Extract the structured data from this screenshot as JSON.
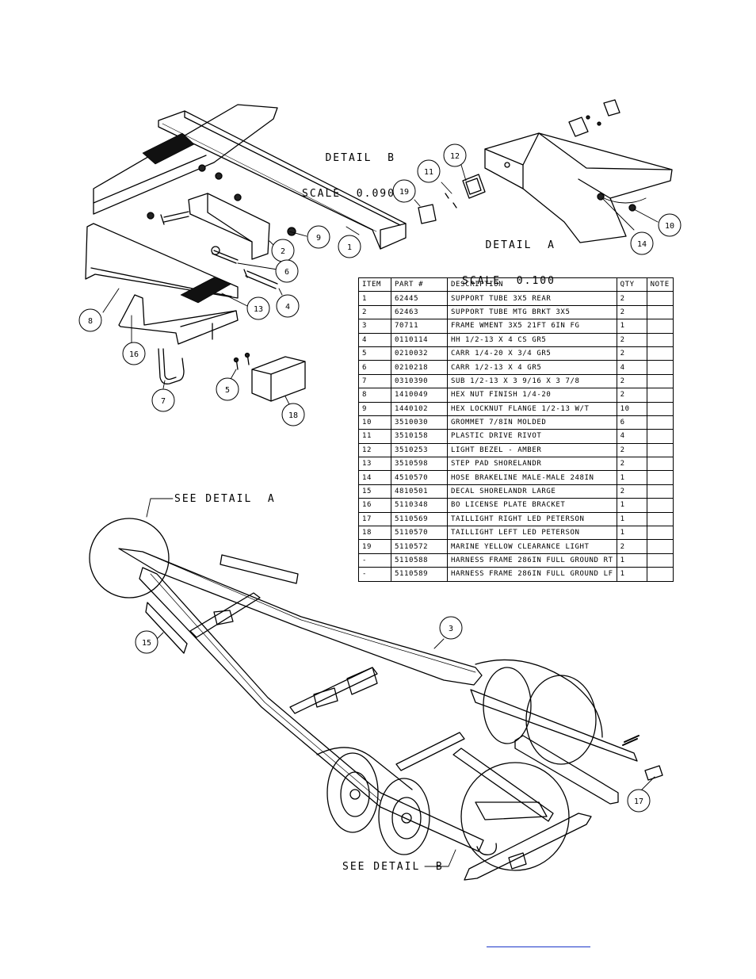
{
  "detail_b": {
    "title": "DETAIL  B",
    "scale": "SCALE  0.090"
  },
  "detail_a": {
    "title": "DETAIL  A",
    "scale": "SCALE  0.100"
  },
  "callouts": {
    "see_detail_a": "SEE DETAIL  A",
    "see_detail_b": "SEE DETAIL  B"
  },
  "balloons": [
    "1",
    "2",
    "3",
    "4",
    "5",
    "6",
    "7",
    "8",
    "9",
    "10",
    "11",
    "12",
    "13",
    "14",
    "15",
    "16",
    "17",
    "18",
    "19"
  ],
  "bom": {
    "headers": {
      "item": "ITEM",
      "part": "PART #",
      "description": "DESCRIPTION",
      "qty": "QTY",
      "note": "NOTE"
    },
    "rows": [
      {
        "item": "1",
        "part": "62445",
        "description": "SUPPORT TUBE   3X5 REAR",
        "qty": "2",
        "note": ""
      },
      {
        "item": "2",
        "part": "62463",
        "description": "SUPPORT TUBE MTG BRKT 3X5",
        "qty": "2",
        "note": ""
      },
      {
        "item": "3",
        "part": "70711",
        "description": "FRAME WMENT 3X5 21FT 6IN FG",
        "qty": "1",
        "note": ""
      },
      {
        "item": "4",
        "part": "0110114",
        "description": "HH 1/2-13 X 4 CS GR5",
        "qty": "2",
        "note": ""
      },
      {
        "item": "5",
        "part": "0210032",
        "description": "CARR 1/4-20 X 3/4 GR5",
        "qty": "2",
        "note": ""
      },
      {
        "item": "6",
        "part": "0210218",
        "description": "CARR 1/2-13 X 4 GR5",
        "qty": "4",
        "note": ""
      },
      {
        "item": "7",
        "part": "0310390",
        "description": "SUB 1/2-13 X 3 9/16 X 3 7/8",
        "qty": "2",
        "note": ""
      },
      {
        "item": "8",
        "part": "1410049",
        "description": "HEX NUT FINISH 1/4-20",
        "qty": "2",
        "note": ""
      },
      {
        "item": "9",
        "part": "1440102",
        "description": "HEX LOCKNUT FLANGE 1/2-13 W/T",
        "qty": "10",
        "note": ""
      },
      {
        "item": "10",
        "part": "3510030",
        "description": "GROMMET  7/8IN MOLDED",
        "qty": "6",
        "note": ""
      },
      {
        "item": "11",
        "part": "3510158",
        "description": "PLASTIC DRIVE RIVOT",
        "qty": "4",
        "note": ""
      },
      {
        "item": "12",
        "part": "3510253",
        "description": "LIGHT BEZEL - AMBER",
        "qty": "2",
        "note": ""
      },
      {
        "item": "13",
        "part": "3510598",
        "description": "STEP PAD SHORELANDR",
        "qty": "2",
        "note": ""
      },
      {
        "item": "14",
        "part": "4510570",
        "description": "HOSE BRAKELINE MALE-MALE 248IN",
        "qty": "1",
        "note": ""
      },
      {
        "item": "15",
        "part": "4810501",
        "description": "DECAL SHORELANDR LARGE",
        "qty": "2",
        "note": ""
      },
      {
        "item": "16",
        "part": "5110348",
        "description": "BO LICENSE PLATE BRACKET",
        "qty": "1",
        "note": ""
      },
      {
        "item": "17",
        "part": "5110569",
        "description": "TAILLIGHT RIGHT LED PETERSON",
        "qty": "1",
        "note": ""
      },
      {
        "item": "18",
        "part": "5110570",
        "description": "TAILLIGHT LEFT LED PETERSON",
        "qty": "1",
        "note": ""
      },
      {
        "item": "19",
        "part": "5110572",
        "description": "MARINE YELLOW CLEARANCE LIGHT",
        "qty": "2",
        "note": ""
      },
      {
        "item": "-",
        "part": "5110588",
        "description": "HARNESS FRAME 286IN FULL GROUND RT",
        "qty": "1",
        "note": ""
      },
      {
        "item": "-",
        "part": "5110589",
        "description": "HARNESS FRAME 286IN FULL GROUND LF",
        "qty": "1",
        "note": ""
      }
    ]
  },
  "colors": {
    "line": "#000000",
    "link": "#1a35c8",
    "background": "#ffffff"
  }
}
